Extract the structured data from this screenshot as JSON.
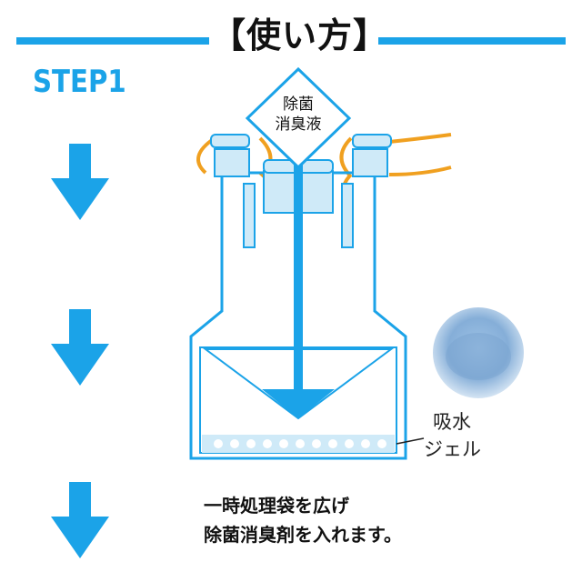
{
  "title": "【使い方】",
  "step_label": "STEP1",
  "diagram": {
    "liquid_label_line1": "除菌",
    "liquid_label_line2": "消臭液",
    "gel_label_line1": "吸水",
    "gel_label_line2": "ジェル"
  },
  "instructions": {
    "line1": "一時処理袋を広げ",
    "line2": "除菌消臭剤を入れます。"
  },
  "colors": {
    "accent": "#1ba3e8",
    "light_blue": "#cfeaf8",
    "tie": "#f0a020"
  },
  "icons": [
    "down-arrow-icon",
    "gel-sample-icon"
  ]
}
